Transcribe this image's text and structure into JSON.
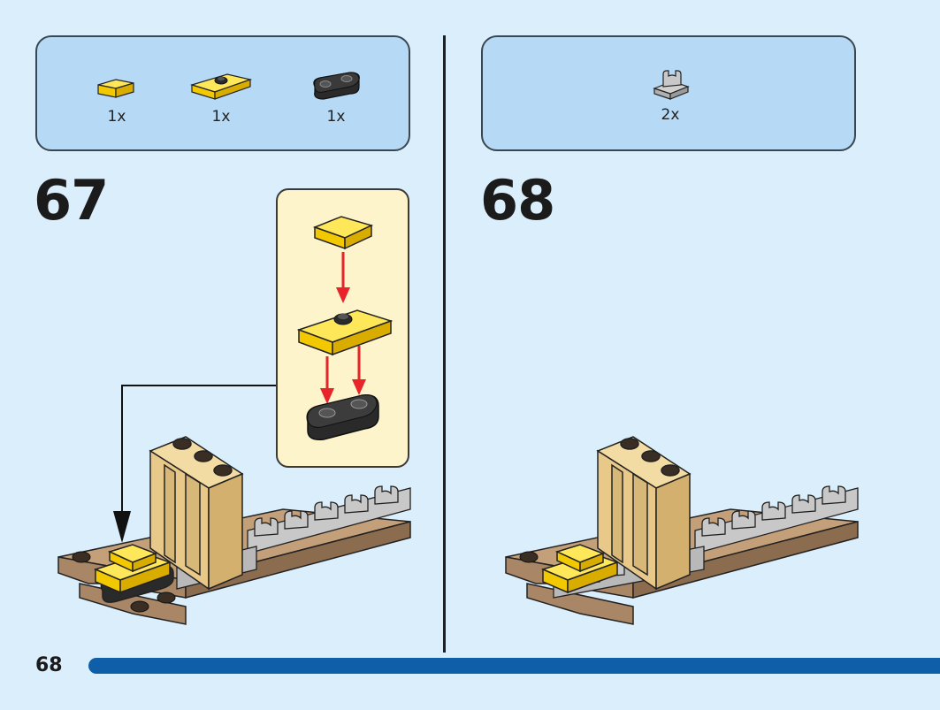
{
  "steps": [
    {
      "number": "67",
      "parts": [
        {
          "qty": "1x",
          "icon": "yellow-tile-1x2-icon",
          "color": "#f5d516"
        },
        {
          "qty": "1x",
          "icon": "yellow-plate-1x2-jumper-icon",
          "color": "#f5d516"
        },
        {
          "qty": "1x",
          "icon": "black-plate-1x2-rounded-icon",
          "color": "#2a2a2a"
        }
      ],
      "has_callout": true
    },
    {
      "number": "68",
      "parts": [
        {
          "qty": "2x",
          "icon": "grey-clip-plate-icon",
          "color": "#b9b9b9"
        }
      ],
      "has_callout": false
    }
  ],
  "page": {
    "number": "68"
  },
  "colors": {
    "background": "#dbeefc",
    "parts_box": "#b6daf6",
    "callout": "#fdf4cc",
    "progress_bar": "#0f5ea8",
    "arrow": "#e8242a",
    "tan": "#e9c98a",
    "brown": "#a98665"
  }
}
